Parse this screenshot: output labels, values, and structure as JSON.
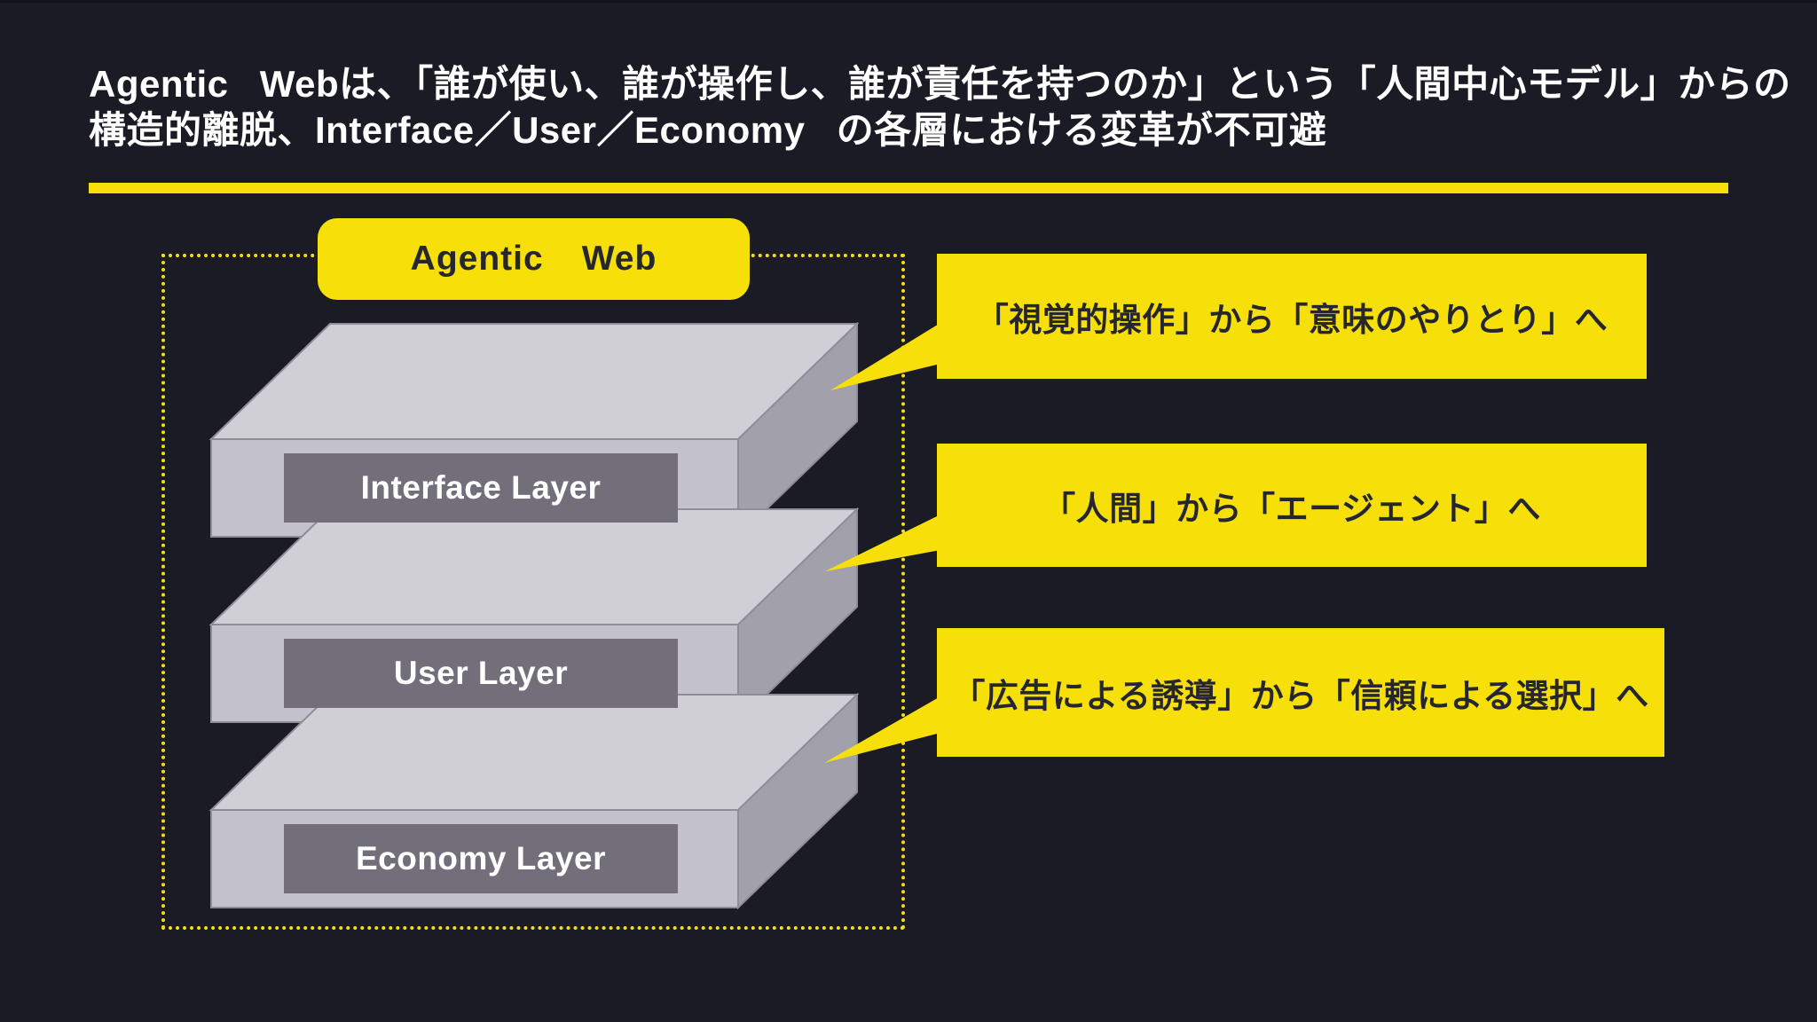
{
  "title": {
    "line1": "Agentic Webは、「誰が使い、誰が操作し、誰が責任を持つのか」という「人間中心モデル」からの",
    "line2": "構造的離脱、Interface／User／Economy の各層における変革が不可避"
  },
  "diagram": {
    "box_label": "Agentic Web",
    "layers": [
      {
        "label": "Interface Layer",
        "callout": "「視覚的操作」から「意味のやりとり」へ"
      },
      {
        "label": "User Layer",
        "callout": "「人間」から「エージェント」へ"
      },
      {
        "label": "Economy Layer",
        "callout": "「広告による誘導」から「信頼による選択」へ"
      }
    ]
  },
  "colors": {
    "background": "#1A1B24",
    "accent_yellow": "#F7E00A",
    "slab_top": "#D0CFD6",
    "slab_front": "#C3C2CA",
    "slab_side": "#A2A1AB",
    "plate": "#726F7B",
    "dark_text": "#26262F",
    "white_text": "#FFFFFF"
  }
}
